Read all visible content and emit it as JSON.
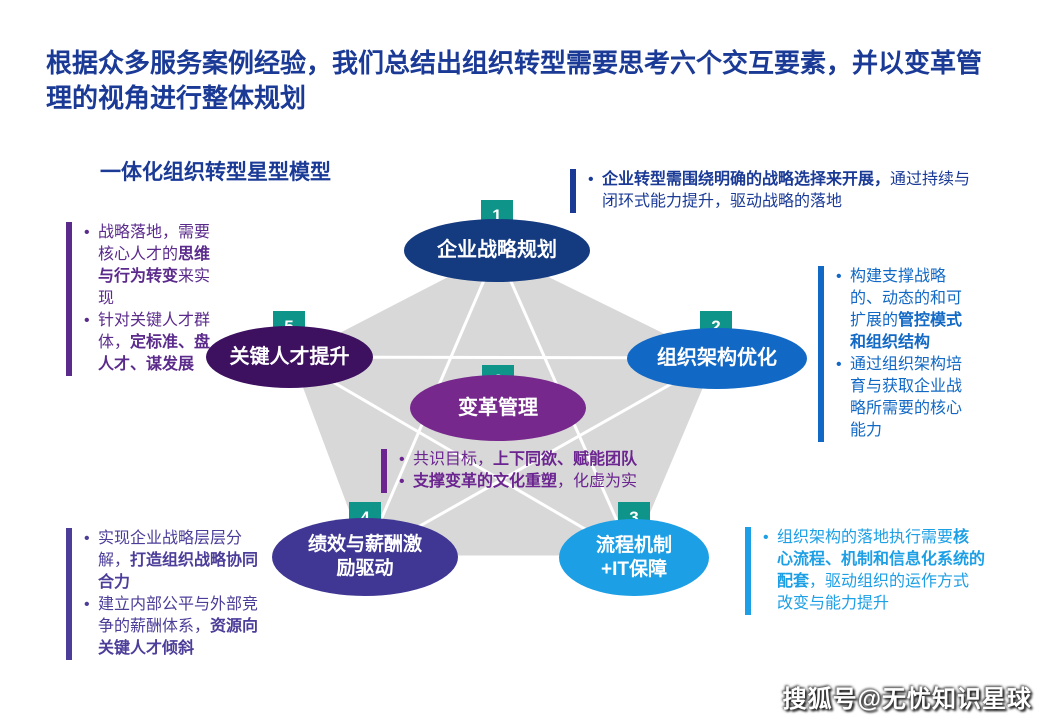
{
  "title": "根据众多服务案例经验，我们总结出组织转型需要思考六个交互要素，并以变革管理的视角进行整体规划",
  "subtitle": "一体化组织转型星型模型",
  "watermark": "搜狐号@无忧知识星球",
  "colors": {
    "title_blue": "#1A3A96",
    "badge_teal": "#0E9488",
    "pentagon_gray": "#D8D8D8",
    "node_strategy": "#143A80",
    "node_org": "#1268C5",
    "node_process": "#1C9FE5",
    "node_performance": "#403795",
    "node_talent": "#3D1060",
    "node_change": "#76288C",
    "ann_strategy": "#1A3A96",
    "ann_org": "#1268C5",
    "ann_talent": "#5B2B8C",
    "ann_performance": "#4C3D99",
    "ann_process": "#1C9FE5",
    "ann_change": "#6B2490"
  },
  "nodes": {
    "strategy": {
      "number": "1",
      "label": "企业战略规划"
    },
    "org": {
      "number": "2",
      "label": "组织架构优化"
    },
    "process": {
      "number": "3",
      "label": "流程机制\n+IT保障"
    },
    "performance": {
      "number": "4",
      "label": "绩效与薪酬激\n励驱动"
    },
    "talent": {
      "number": "5",
      "label": "关键人才提升"
    },
    "change": {
      "number": "6",
      "label": "变革管理"
    }
  },
  "annotations": {
    "strategy": {
      "bullets": [
        [
          {
            "t": "企业转型需围绕明确的战略选择来开展，",
            "b": true
          },
          {
            "t": "通过持续与闭环式能力提升，驱动战略的落地",
            "b": false
          }
        ]
      ]
    },
    "org": {
      "bullets": [
        [
          {
            "t": "构建支撑战略的、动态的和可扩展的",
            "b": false
          },
          {
            "t": "管控模式和组织结构",
            "b": true
          }
        ],
        [
          {
            "t": "通过组织架构培育与获取企业战略所需要的核心能力",
            "b": false
          }
        ]
      ]
    },
    "talent": {
      "bullets": [
        [
          {
            "t": "战略落地，需要核心人才的",
            "b": false
          },
          {
            "t": "思维与行为转变",
            "b": true
          },
          {
            "t": "来实现",
            "b": false
          }
        ],
        [
          {
            "t": "针对关键人才群体，",
            "b": false
          },
          {
            "t": "定标准、盘人才、谋发展",
            "b": true
          }
        ]
      ]
    },
    "performance": {
      "bullets": [
        [
          {
            "t": "实现企业战略层层分解，",
            "b": false
          },
          {
            "t": "打造组织战略协同合力",
            "b": true
          }
        ],
        [
          {
            "t": "建立内部公平与外部竞争的薪酬体系，",
            "b": false
          },
          {
            "t": "资源向关键人才倾斜",
            "b": true
          }
        ]
      ]
    },
    "process": {
      "bullets": [
        [
          {
            "t": "组织架构的落地执行需要",
            "b": false
          },
          {
            "t": "核心流程、机制和信息化系统的配套",
            "b": true
          },
          {
            "t": "，驱动组织的运作方式改变与能力提升",
            "b": false
          }
        ]
      ]
    },
    "change": {
      "bullets": [
        [
          {
            "t": "共识目标，",
            "b": false
          },
          {
            "t": "上下同欲、赋能团队",
            "b": true
          }
        ],
        [
          {
            "t": "支撑变革的文化重塑",
            "b": true
          },
          {
            "t": "，化虚为实",
            "b": false
          }
        ]
      ]
    }
  }
}
